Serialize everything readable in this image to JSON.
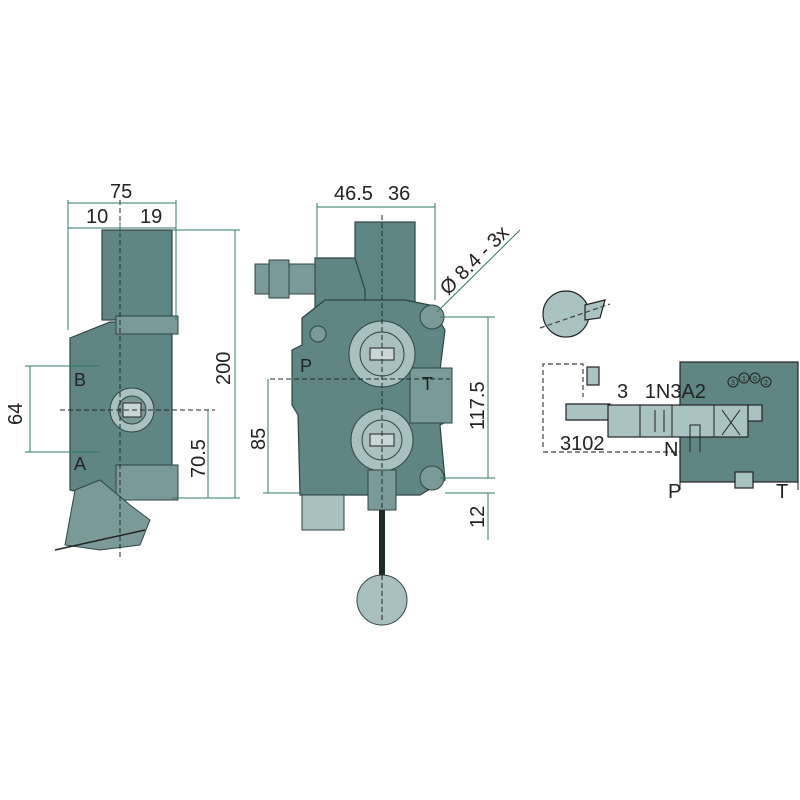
{
  "title": "Hydraulic directional control valve - dimension drawing",
  "side_view": {
    "dims": {
      "width_total": "75",
      "offset_a": "10",
      "offset_b": "19",
      "height": "200",
      "port_spacing": "64",
      "port_height": "70.5"
    },
    "ports": {
      "b": "B",
      "a": "A"
    }
  },
  "front_view": {
    "dims": {
      "left": "46.5",
      "right": "36",
      "hole": "Ø 8.4 - 3x",
      "mount_spacing": "117.5",
      "p_height": "85",
      "bottom": "12"
    },
    "ports": {
      "p": "P",
      "t": "T"
    }
  },
  "schematic": {
    "top_labels": "3   1N3A2",
    "bottom_labels": "3102",
    "n_label": "N",
    "p_label": "P",
    "t_label": "T",
    "detent_positions": [
      "3",
      "1",
      "0",
      "2"
    ]
  },
  "colors": {
    "body": "#5f8584",
    "dimension": "#2f7a68",
    "schematic_fill": "#a9c3c2"
  }
}
